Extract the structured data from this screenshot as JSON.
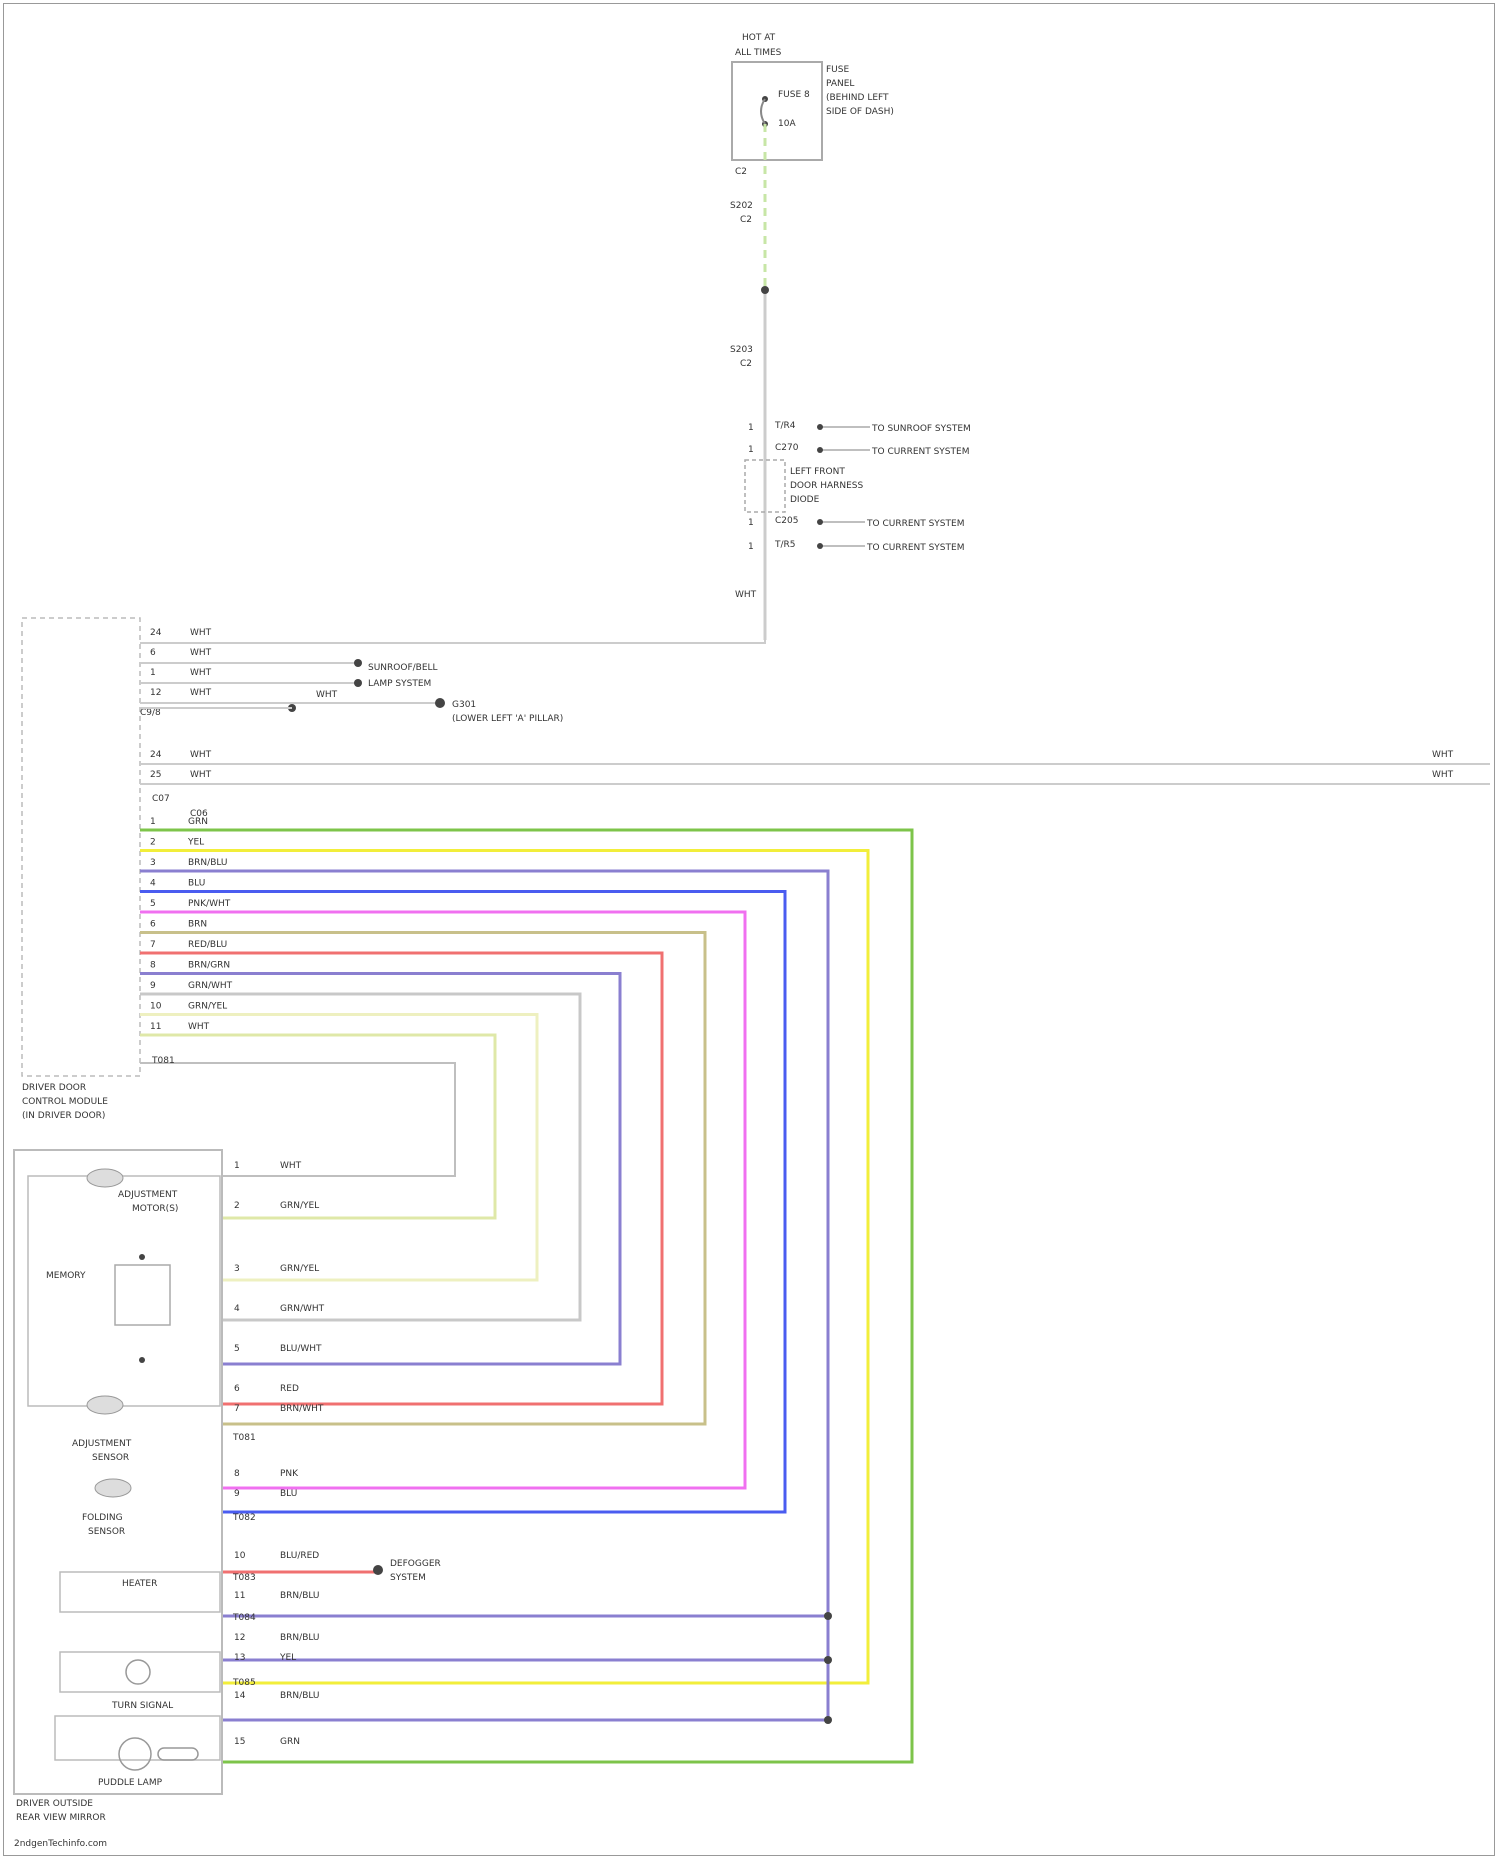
{
  "colors": {
    "green": "#7dc44a",
    "yellow": "#f2ee3a",
    "purple": "#8a7fd0",
    "blue": "#4a5cf0",
    "pink": "#f070f0",
    "tan": "#c8c08a",
    "red": "#f07070",
    "lightgreen": "#dfe8a8",
    "lightyellow": "#eef0c0",
    "gray": "#c8c8c8",
    "line": "#bfbfbf",
    "dark": "#444444"
  },
  "top_fuse": {
    "title_lines": [
      "HOT AT",
      "ALL TIMES"
    ],
    "note_lines": [
      "FUSE",
      "PANEL",
      "(BEHIND LEFT",
      "SIDE OF DASH)"
    ],
    "fuse_label": "FUSE 8",
    "amp": "10A",
    "pin": "C2"
  },
  "splices": {
    "s1": [
      "S202",
      "C2"
    ],
    "s2": [
      "S203",
      "C2"
    ]
  },
  "connectors": [
    {
      "pin": "1",
      "id": "T/R4",
      "dest": "TO SUNROOF SYSTEM"
    },
    {
      "pin": "1",
      "id": "C270",
      "dest": "TO CURRENT SYSTEM"
    },
    {
      "pin": "1",
      "id": "C205",
      "dest": "TO CURRENT SYSTEM"
    },
    {
      "pin": "1",
      "id": "T/R5",
      "dest": "TO CURRENT SYSTEM"
    }
  ],
  "junction_note": [
    "LEFT FRONT",
    "DOOR HARNESS",
    "DIODE"
  ],
  "wire_id_top": "WHT",
  "module": {
    "name_lines": [
      "DRIVER DOOR",
      "CONTROL MODULE",
      "(IN DRIVER DOOR)"
    ],
    "pin_rows": [
      {
        "pin": "24",
        "wire": "WHT"
      },
      {
        "pin": "6",
        "wire": "WHT"
      },
      {
        "pin": "1",
        "wire": "WHT"
      },
      {
        "pin": "12",
        "wire": "WHT"
      },
      {
        "pin": "C9/8",
        "wire": "WHT"
      }
    ],
    "mid_rows": [
      {
        "pin": "24",
        "wire": "WHT"
      },
      {
        "pin": "25",
        "wire": "WHT"
      }
    ],
    "mid_connector": "C07",
    "low_header": "C06",
    "low_rows": [
      {
        "pin": "1",
        "wire": "GRN"
      },
      {
        "pin": "2",
        "wire": "YEL"
      },
      {
        "pin": "3",
        "wire": "BRN/BLU"
      },
      {
        "pin": "4",
        "wire": "BLU"
      },
      {
        "pin": "5",
        "wire": "PNK/WHT"
      },
      {
        "pin": "6",
        "wire": "BRN"
      },
      {
        "pin": "7",
        "wire": "RED/BLU"
      },
      {
        "pin": "8",
        "wire": "BRN/GRN"
      },
      {
        "pin": "9",
        "wire": "GRN/WHT"
      },
      {
        "pin": "10",
        "wire": "GRN/YEL"
      },
      {
        "pin": "11",
        "wire": "WHT"
      }
    ],
    "bottom_connector": "T081"
  },
  "side_labels": {
    "sunroof": [
      "SUNROOF/BELL",
      "LAMP SYSTEM"
    ],
    "ground": [
      "G301",
      "(LOWER LEFT 'A' PILLAR)"
    ],
    "splice_wire": "WHT"
  },
  "right_end": {
    "wire1": "WHT",
    "wire2": "WHT"
  },
  "mirror": {
    "name_lines": [
      "DRIVER OUTSIDE",
      "REAR VIEW MIRROR"
    ],
    "adj_motor_lines": [
      "ADJUSTMENT",
      "MOTOR(S)"
    ],
    "memory_label": "MEMORY",
    "adj_sensor_lines": [
      "ADJUSTMENT",
      "SENSOR"
    ],
    "folding_sensor_lines": [
      "FOLDING",
      "SENSOR"
    ],
    "heater_label": "HEATER",
    "turn_signal_label": "TURN SIGNAL",
    "puddle_label": "PUDDLE LAMP",
    "connectors": [
      "T081",
      "T082",
      "T083",
      "T084",
      "T085"
    ],
    "defogger_lines": [
      "DEFOGGER",
      "SYSTEM"
    ],
    "wires": [
      {
        "pin": "1",
        "wire": "WHT"
      },
      {
        "pin": "2",
        "wire": "GRN/YEL"
      },
      {
        "pin": "3",
        "wire": "GRN/YEL"
      },
      {
        "pin": "4",
        "wire": "GRN/WHT"
      },
      {
        "pin": "5",
        "wire": "BLU/WHT"
      },
      {
        "pin": "6",
        "wire": "RED"
      },
      {
        "pin": "7",
        "wire": "BRN/WHT"
      },
      {
        "pin": "8",
        "wire": "PNK"
      },
      {
        "pin": "9",
        "wire": "BLU"
      },
      {
        "pin": "10",
        "wire": "BLU/RED"
      },
      {
        "pin": "11",
        "wire": "BRN/BLU"
      },
      {
        "pin": "12",
        "wire": "BRN/BLU"
      },
      {
        "pin": "13",
        "wire": "YEL"
      },
      {
        "pin": "14",
        "wire": "BRN/BLU"
      },
      {
        "pin": "15",
        "wire": "GRN"
      }
    ]
  },
  "footer": "2ndgenTechinfo.com"
}
